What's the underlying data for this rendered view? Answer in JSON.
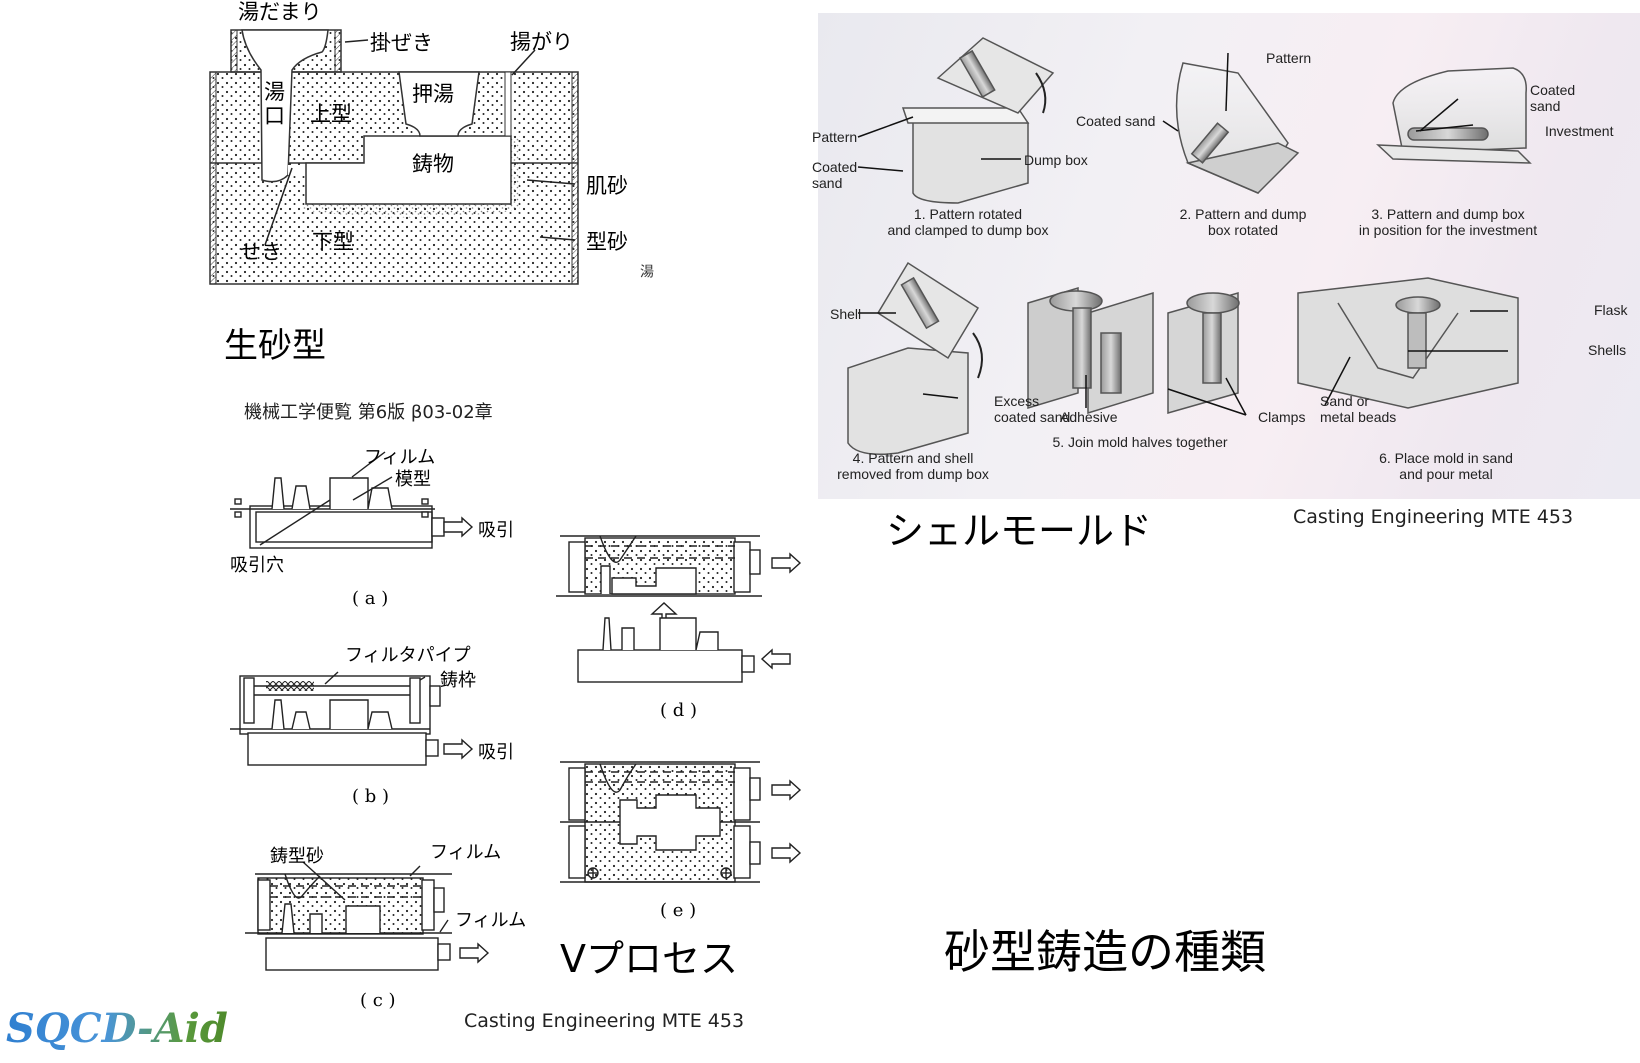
{
  "slide_title": "砂型鋳造の種類",
  "logo": "SQCD-Aid",
  "green_sand": {
    "title": "生砂型",
    "source": "機械工学便覧 第6版 β03-02章",
    "labels": {
      "pouring_basin": "湯だまり",
      "basin_frame": "掛ぜき",
      "riser_vent": "揚がり",
      "sprue": "湯口",
      "feeder": "押湯",
      "cope": "上型",
      "casting": "鋳物",
      "facing_sand": "肌砂",
      "gate": "せき",
      "drag": "下型",
      "molding_sand": "型砂"
    },
    "cut_off_text": "湯"
  },
  "v_process": {
    "title": "Vプロセス",
    "source": "Casting Engineering MTE 453",
    "panels": [
      {
        "id": "a",
        "caption": "( a )",
        "labels": {
          "film": "フィルム",
          "pattern": "模型",
          "suction": "吸引",
          "suction_hole": "吸引穴"
        }
      },
      {
        "id": "b",
        "caption": "( b )",
        "labels": {
          "filter_pipe": "フィルタパイプ",
          "flask": "鋳枠",
          "suction": "吸引"
        }
      },
      {
        "id": "c",
        "caption": "( c )",
        "labels": {
          "mold_sand": "鋳型砂",
          "film_top": "フィルム",
          "film_bottom": "フィルム"
        }
      },
      {
        "id": "d",
        "caption": "( d )",
        "labels": {}
      },
      {
        "id": "e",
        "caption": "( e )",
        "labels": {}
      }
    ]
  },
  "shell_mold": {
    "title": "シェルモールド",
    "source": "Casting Engineering MTE 453",
    "steps": [
      {
        "caption": "1. Pattern rotated\nand clamped to dump box",
        "labels": [
          "Pattern",
          "Coated\nsand",
          "Dump box"
        ]
      },
      {
        "caption": "2. Pattern and dump\nbox rotated",
        "labels": [
          "Coated sand",
          "Pattern"
        ]
      },
      {
        "caption": "3. Pattern and dump box\nin position for the investment",
        "labels": [
          "Coated\nsand",
          "Investment"
        ]
      },
      {
        "caption": "4. Pattern and shell\nremoved from dump box",
        "labels": [
          "Shell",
          "Excess\ncoated sand"
        ]
      },
      {
        "caption": "5. Join mold halves together",
        "labels": [
          "Adhesive",
          "Clamps"
        ]
      },
      {
        "caption": "6. Place mold in sand\nand pour metal",
        "labels": [
          "Sand or\nmetal beads",
          "Flask",
          "Shells"
        ]
      }
    ]
  }
}
